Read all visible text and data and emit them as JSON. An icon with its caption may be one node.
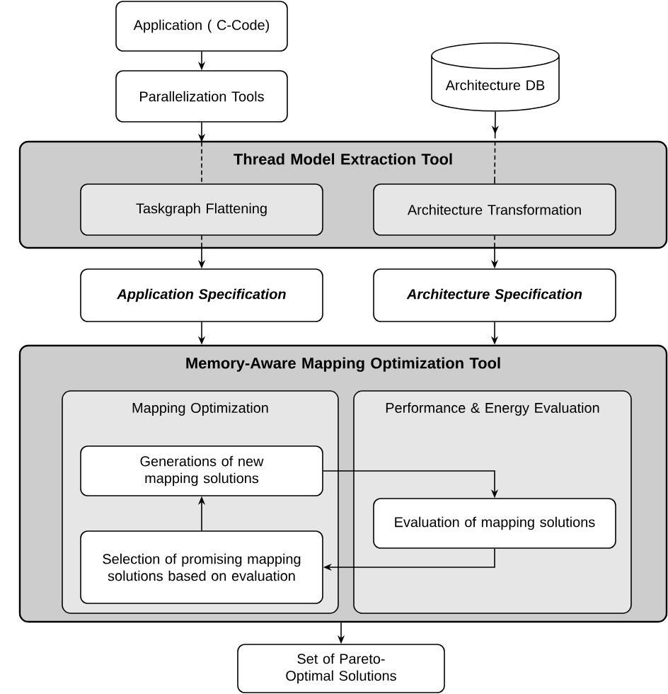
{
  "diagram": {
    "nodes": [
      {
        "text": [
          "Application ( C-Code)"
        ]
      },
      {
        "text": [
          "Parallelization Tools"
        ]
      },
      {
        "text": [
          "Architecture DB"
        ]
      },
      {
        "text": [
          "Thread Model Extraction Tool"
        ]
      },
      {
        "text": [
          "Taskgraph Flattening"
        ],
        "in": 3
      },
      {
        "text": [
          "Architecture Transformation"
        ],
        "in": 3
      },
      {
        "text": [
          "Application Specification"
        ]
      },
      {
        "text": [
          "Architecture Specification"
        ]
      },
      {
        "text": [
          "Memory-Aware Mapping Optimization Tool"
        ]
      },
      {
        "text": [
          "Mapping Optimization"
        ],
        "in": 8
      },
      {
        "text": [
          "Performance & Energy Evaluation"
        ],
        "in": 8
      },
      {
        "text": [
          "Generations of new mapping solutions"
        ],
        "in": 9
      },
      {
        "text": [
          "Evaluation of mapping solutions"
        ],
        "in": 10
      },
      {
        "text": [
          "Selection of promising mapping solutions based on evaluation"
        ],
        "in": 9
      },
      {
        "text": [
          "Set of Pareto-Optimal Solutions"
        ]
      }
    ],
    "edges": [
      {
        "from": 0,
        "to": 1,
        "arrow": "to"
      },
      {
        "from": 1,
        "to": 4,
        "arrow": "to",
        "style": "dashed"
      },
      {
        "from": 2,
        "to": 5,
        "arrow": "to",
        "style": "dashed"
      },
      {
        "from": 4,
        "to": 6,
        "arrow": "to",
        "style": "dashed"
      },
      {
        "from": 5,
        "to": 7,
        "arrow": "to",
        "style": "dashed"
      },
      {
        "from": 6,
        "to": 8,
        "arrow": "to"
      },
      {
        "from": 7,
        "to": 8,
        "arrow": "to"
      },
      {
        "from": 11,
        "to": 12,
        "arrow": "to"
      },
      {
        "from": 12,
        "to": 13,
        "arrow": "to"
      },
      {
        "from": 13,
        "to": 11,
        "arrow": "to"
      },
      {
        "from": 8,
        "to": 14,
        "arrow": "to"
      }
    ]
  }
}
